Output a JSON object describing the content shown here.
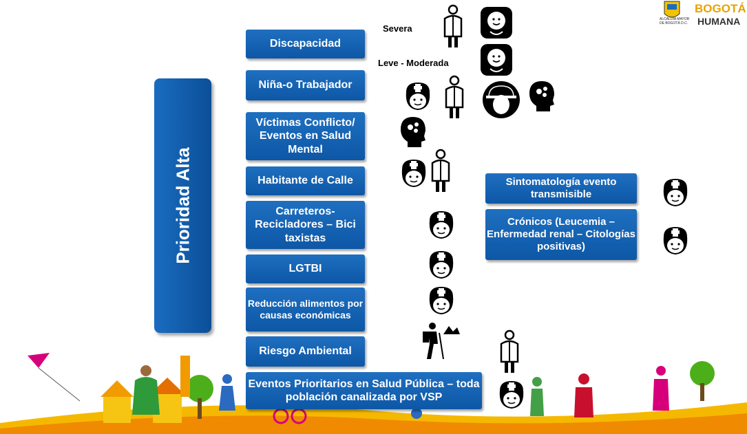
{
  "vertical_title": "Prioridad Alta",
  "boxes": {
    "discapacidad": "Discapacidad",
    "nino_trabajador": "Niña-o Trabajador",
    "victimas": "Víctimas Conflicto/ Eventos en Salud Mental",
    "habitante": "Habitante de Calle",
    "carreteros": "Carreteros- Recicladores – Bici taxistas",
    "lgtbi": "LGTBI",
    "reduccion": "Reducción alimentos por causas económicas",
    "riesgo": "Riesgo Ambiental",
    "eventos": "Eventos Prioritarios en Salud Pública – toda población canalizada por VSP",
    "sintomatologia": "Sintomatología evento transmisible",
    "cronicos": "Crónicos (Leucemia – Enfermedad renal – Citologías positivas)"
  },
  "labels": {
    "severa": "Severa",
    "leve": "Leve - Moderada"
  },
  "logo": {
    "city": "BOGOTÁ",
    "brand": "HUMANA",
    "mayor": "ALCALDÍA MAYOR DE BOGOTÁ D.C."
  },
  "colors": {
    "box": "#0d57a6",
    "banner_yellow": "#f5b800"
  }
}
